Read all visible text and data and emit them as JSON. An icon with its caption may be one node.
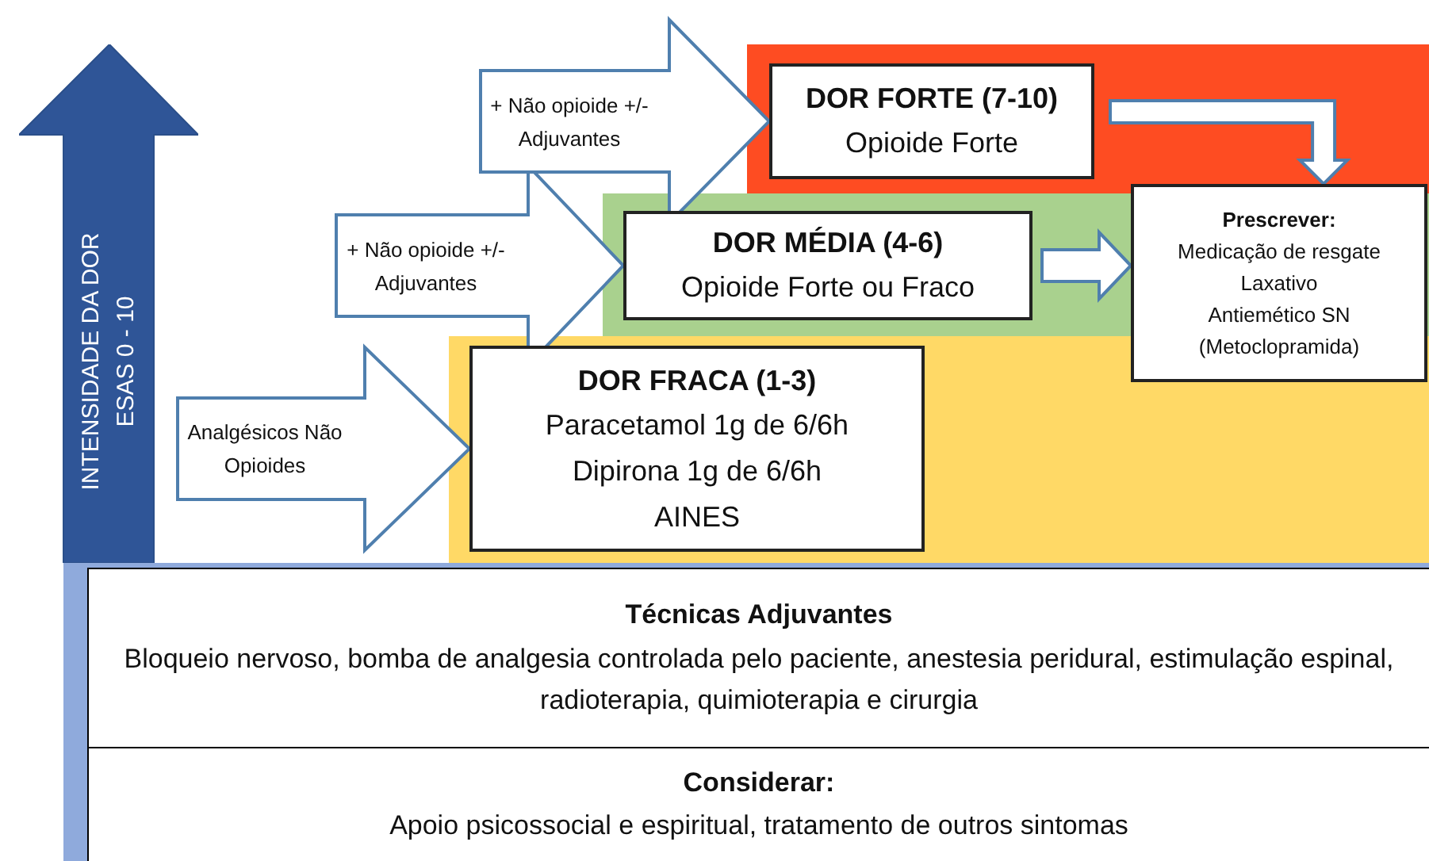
{
  "diagram": {
    "nodes": [
      {
        "text": [
          "INTENSIDADE DA DOR ESAS 0 - 10"
        ]
      },
      {
        "text": [
          "DOR FORTE (7-10)",
          "Opioide Forte"
        ]
      },
      {
        "text": [
          "DOR MÉDIA (4-6)",
          "Opioide Forte ou Fraco"
        ]
      },
      {
        "text": [
          "DOR FRACA (1-3)",
          "Paracetamol 1g de 6/6h",
          "Dipirona 1g de 6/6h",
          "AINES"
        ]
      },
      {
        "text": [
          "Prescrever:",
          "Medicação de resgate",
          "Laxativo",
          "Antiemético SN",
          "(Metoclopramida)"
        ]
      },
      {
        "text": [
          "Técnicas Adjuvantes",
          "Bloqueio nervoso, bomba de analgesia controlada pelo paciente, anestesia peridural, estimulação espinal, radioterapia, quimioterapia e cirurgia"
        ]
      },
      {
        "text": [
          "Considerar:",
          "Apoio psicossocial e espiritual, tratamento de outros sintomas"
        ]
      }
    ],
    "edges": [
      {
        "from": null,
        "to": 3,
        "arrow": "to",
        "label": "Analgésicos Não Opioides"
      },
      {
        "from": null,
        "to": 2,
        "arrow": "to",
        "label": "+ Não opioide +/- Adjuvantes"
      },
      {
        "from": null,
        "to": 1,
        "arrow": "to",
        "label": "+ Não opioide +/- Adjuvantes"
      },
      {
        "from": 2,
        "to": 4,
        "arrow": "to"
      },
      {
        "from": 1,
        "to": 4,
        "arrow": "to"
      }
    ]
  }
}
